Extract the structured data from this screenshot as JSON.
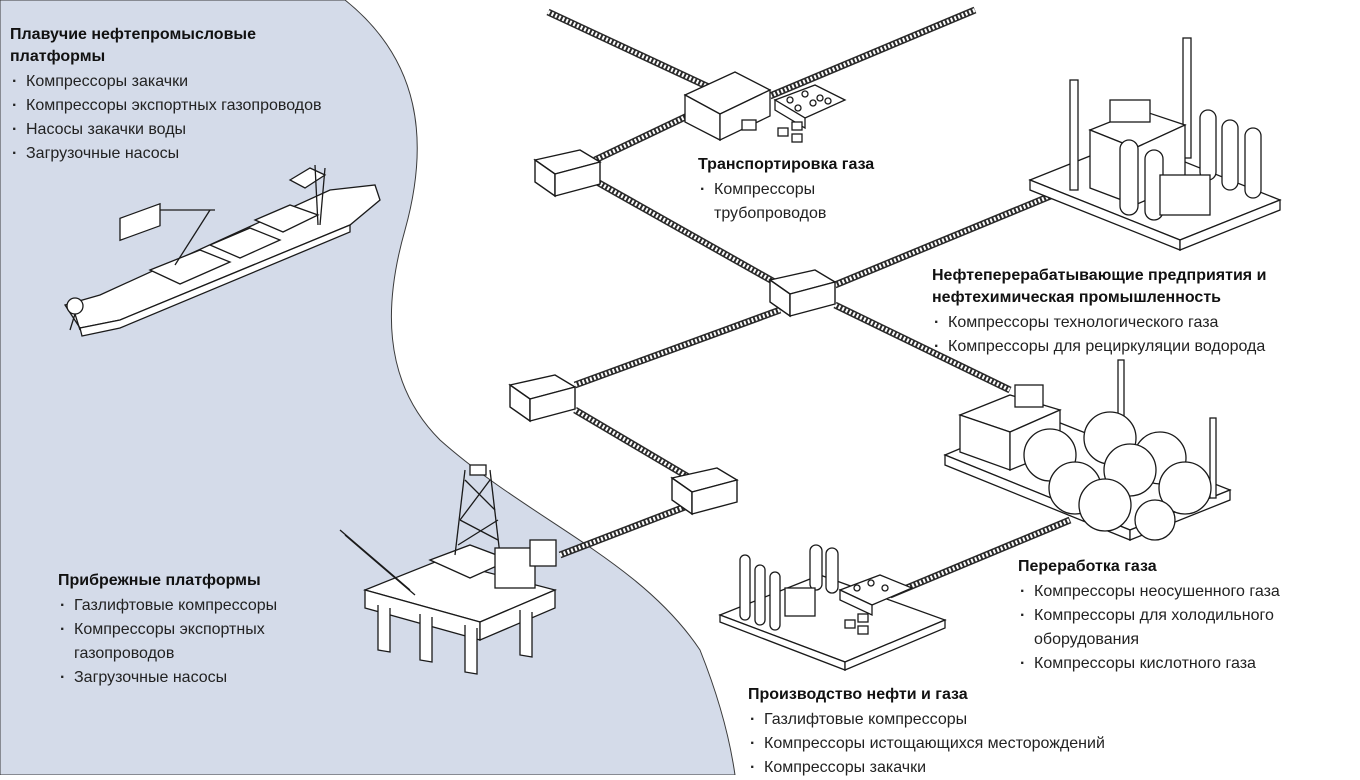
{
  "colors": {
    "sea": "#d4dbe9",
    "ink": "#1a1a1a",
    "stroke": "#2a2a2a"
  },
  "icons": [
    "fpso-ship-icon",
    "offshore-rig-icon",
    "refinery-icon",
    "gas-processing-icon",
    "oil-gas-production-icon",
    "compressor-station-icon",
    "pipeline-icon"
  ],
  "sections": {
    "floating": {
      "title": "Плавучие нефтепромысловые платформы",
      "items": [
        "Компрессоры закачки",
        "Компрессоры экспортных газопроводов",
        "Насосы закачки воды",
        "Загрузочные насосы"
      ]
    },
    "transport": {
      "title": "Транспортировка газа",
      "items": [
        "Компрессоры трубопроводов"
      ]
    },
    "refinery": {
      "title": "Нефтеперерабатывающие предприятия и нефтехимическая промышленность",
      "items": [
        "Компрессоры технологического газа",
        "Компрессоры для рециркуляции водорода"
      ]
    },
    "offshore": {
      "title": "Прибрежные платформы",
      "items": [
        "Газлифтовые компрессоры",
        "Компрессоры экспортных газопроводов",
        "Загрузочные насосы"
      ]
    },
    "gas_processing": {
      "title": "Переработка газа",
      "items": [
        "Компрессоры неосушенного газа",
        "Компрессоры для холодильного оборудования",
        "Компрессоры кислотного газа"
      ]
    },
    "production": {
      "title": "Производство нефти и газа",
      "items": [
        "Газлифтовые компрессоры",
        "Компрессоры истощающихся месторождений",
        "Компрессоры закачки"
      ]
    }
  }
}
